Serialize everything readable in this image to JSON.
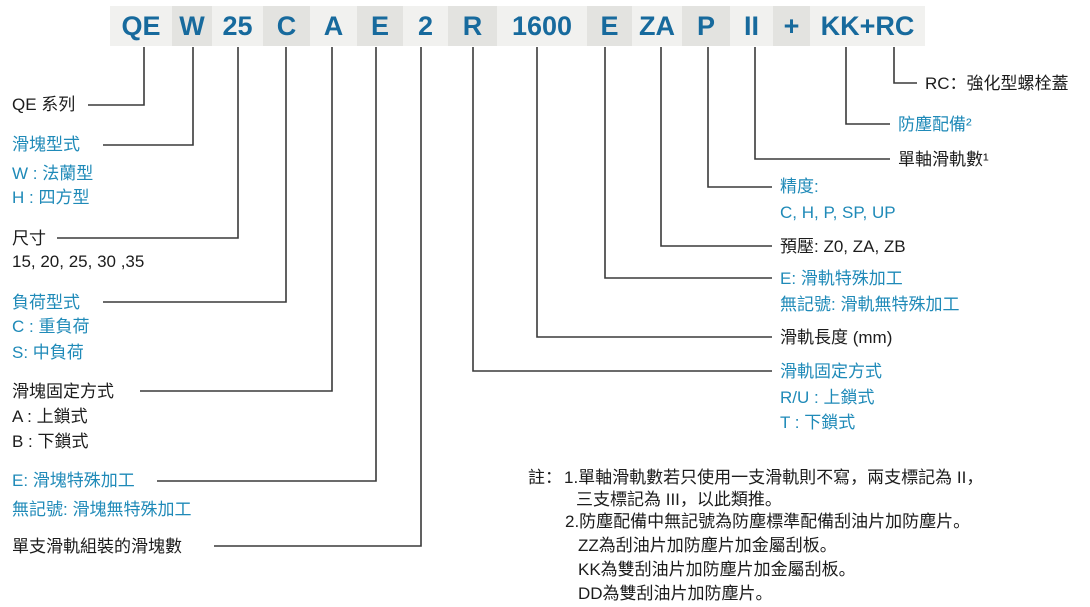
{
  "title": "QE series model code breakdown",
  "colors": {
    "code_blue": "#176a9d",
    "label_teal": "#1f8ab8",
    "text_dark": "#1c1c1c",
    "segment_bg_light": "#f1f1ef",
    "segment_bg_dark": "#e3e3e0",
    "line": "#3a3a3a"
  },
  "code": {
    "segments": [
      "QE",
      "W",
      "25",
      "C",
      "A",
      "E",
      "2",
      "R",
      "1600",
      "E",
      "ZA",
      "P",
      "II",
      "+",
      "KK+RC"
    ]
  },
  "left_labels": {
    "qe_series": "QE 系列",
    "block_type_title": "滑塊型式",
    "block_type_w": "W : 法蘭型",
    "block_type_h": "H : 四方型",
    "size_title": "尺寸",
    "size_values": "15, 20, 25, 30 ,35",
    "load_title": "負荷型式",
    "load_c": "C : 重負荷",
    "load_s": "S: 中負荷",
    "block_fix_title": "滑塊固定方式",
    "block_fix_a": "A : 上鎖式",
    "block_fix_b": "B : 下鎖式",
    "block_special_e": "E: 滑塊特殊加工",
    "block_special_none": "無記號: 滑塊無特殊加工",
    "block_count": "單支滑軌組裝的滑塊數"
  },
  "right_labels": {
    "rc": "RC：強化型螺栓蓋",
    "dust": "防塵配備²",
    "rail_count": "單軸滑軌數¹",
    "precision_title": "精度:",
    "precision_values": "C, H, P, SP, UP",
    "preload": "預壓: Z0, ZA, ZB",
    "rail_special_e": "E: 滑軌特殊加工",
    "rail_special_none": "無記號: 滑軌無特殊加工",
    "rail_length": "滑軌長度 (mm)",
    "rail_fix_title": "滑軌固定方式",
    "rail_fix_ru": "R/U : 上鎖式",
    "rail_fix_t": "T : 下鎖式"
  },
  "notes": {
    "prefix": "註：",
    "line1": "1.單軸滑軌數若只使用一支滑軌則不寫，兩支標記為 II，",
    "line2": "三支標記為 III，以此類推。",
    "line3": "2.防塵配備中無記號為防塵標準配備刮油片加防塵片。",
    "line4": "ZZ為刮油片加防塵片加金屬刮板。",
    "line5": "KK為雙刮油片加防塵片加金屬刮板。",
    "line6": "DD為雙刮油片加防塵片。"
  }
}
